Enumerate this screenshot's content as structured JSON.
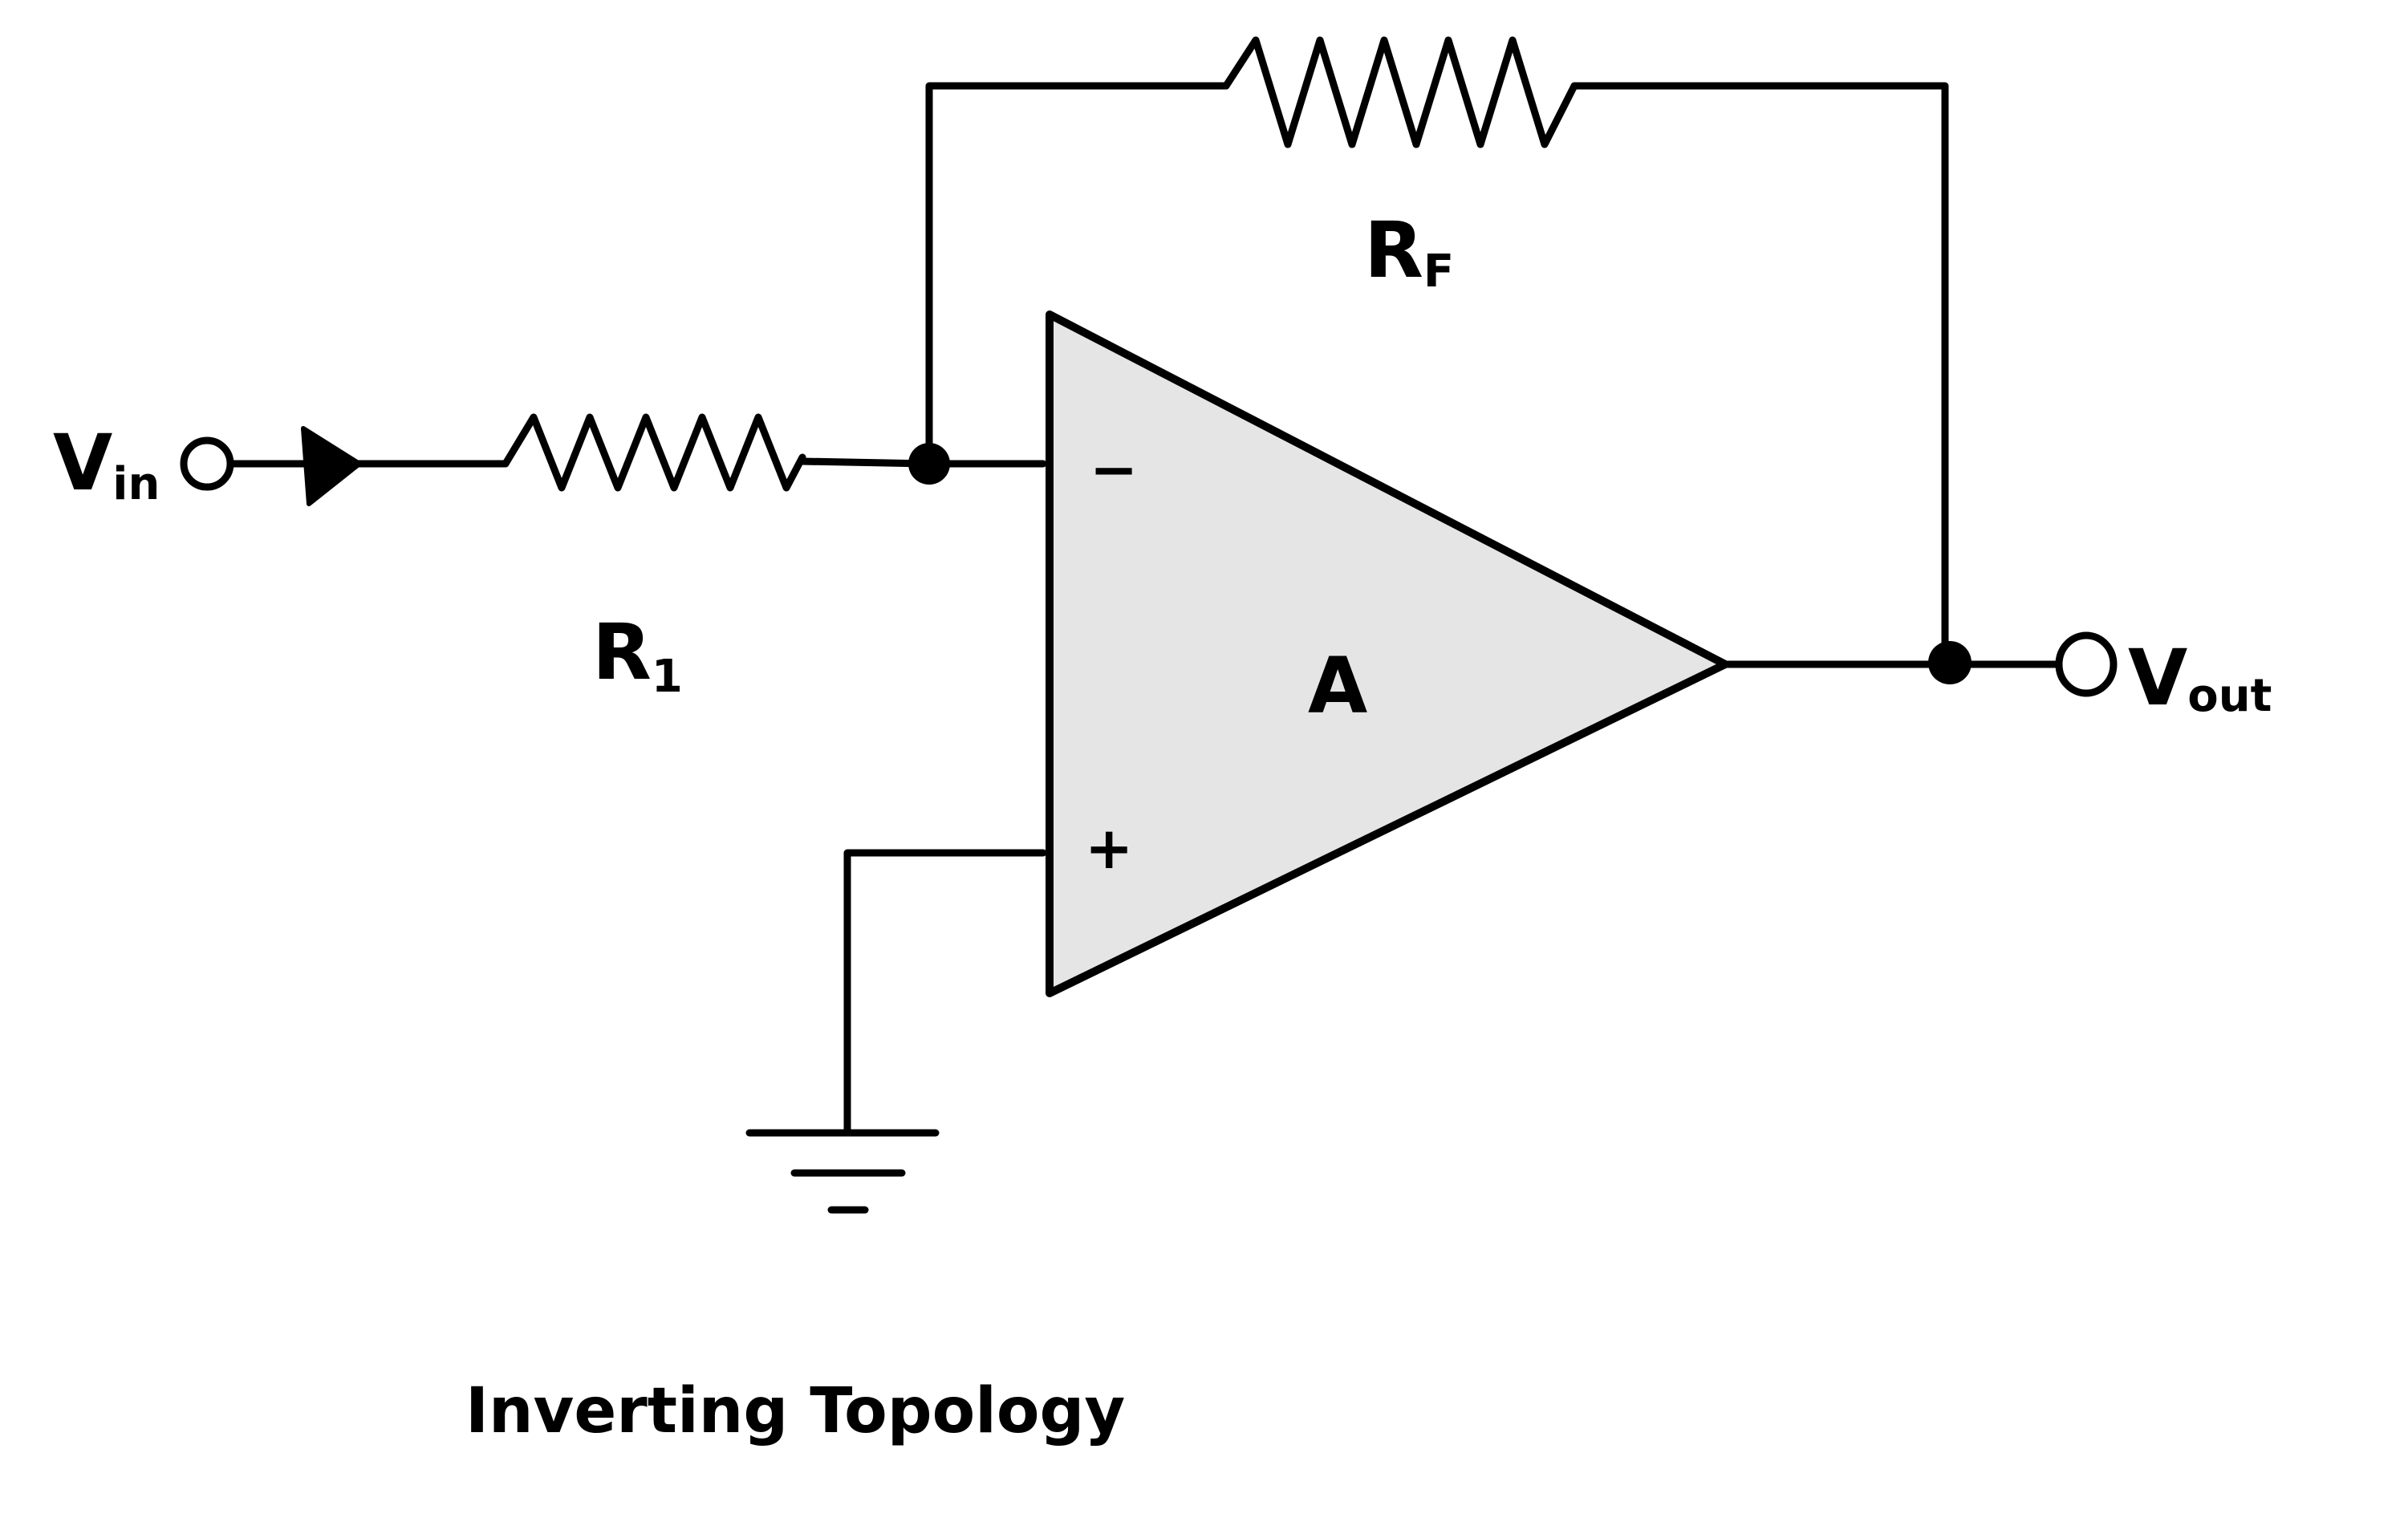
{
  "diagram": {
    "title": "Inverting Topology",
    "input": {
      "symbol": "V",
      "subscript": "in"
    },
    "output": {
      "symbol": "V",
      "subscript": "out"
    },
    "input_resistor": {
      "symbol": "R",
      "subscript": "1"
    },
    "feedback_resistor": {
      "symbol": "R",
      "subscript": "F"
    },
    "amplifier": {
      "gain_label": "A",
      "inverting_label": "−",
      "noninverting_label": "+",
      "fill_color": "#e5e5e5"
    },
    "line_color": "#000000"
  }
}
